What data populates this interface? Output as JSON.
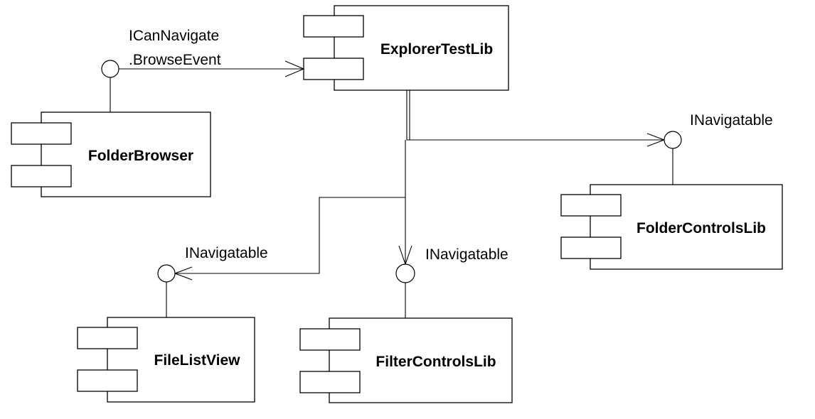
{
  "diagram": {
    "components": {
      "explorer": "ExplorerTestLib",
      "folder_browser": "FolderBrowser",
      "folder_controls": "FolderControlsLib",
      "file_list": "FileListView",
      "filter_controls": "FilterControlsLib"
    },
    "interfaces": {
      "browse_line1": "ICanNavigate",
      "browse_line2": ".BrowseEvent",
      "folder_controls": "INavigatable",
      "file_list": "INavigatable",
      "filter_controls": "INavigatable"
    }
  }
}
